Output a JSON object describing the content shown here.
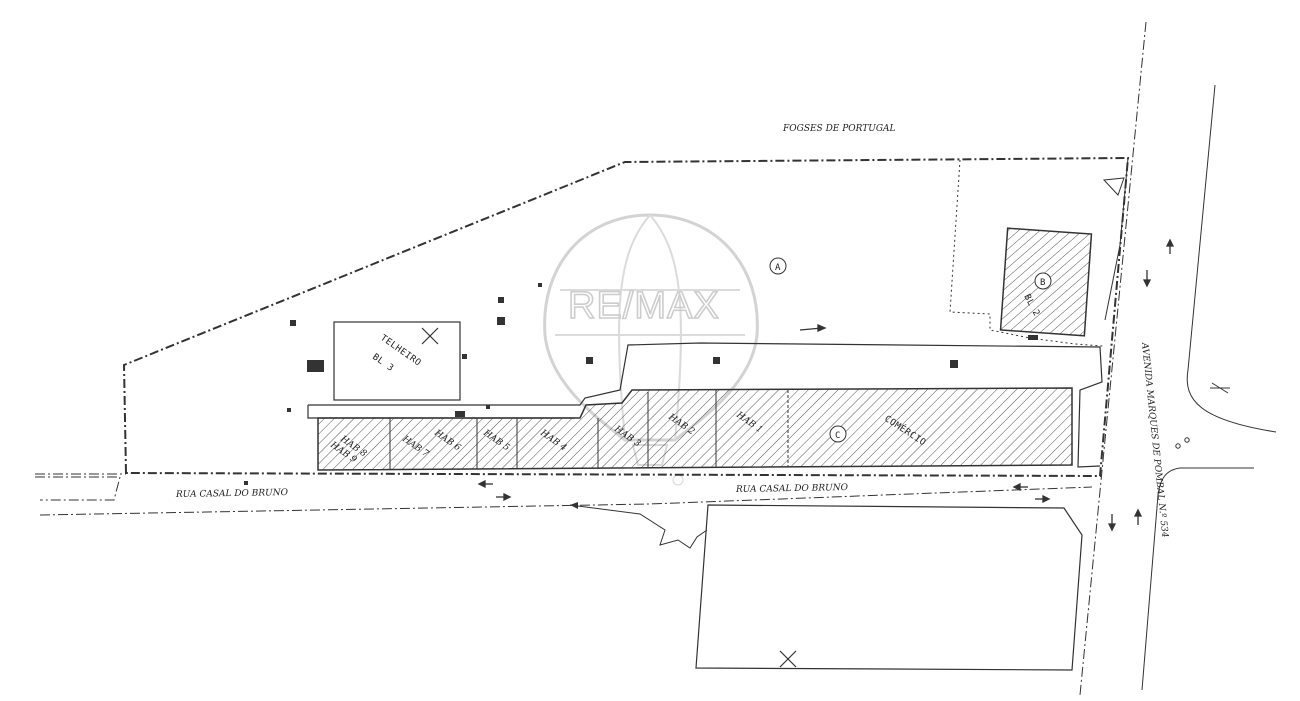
{
  "watermark": {
    "brand": "RE/MAX"
  },
  "streets": {
    "north": "FOGSES DE PORTUGAL",
    "south_west": "RUA CASAL DO BRUNO",
    "south_east": "RUA CASAL DO BRUNO",
    "east": "AVENIDA MARQUES DE POMBAL N.º 534"
  },
  "zones": {
    "a": "A",
    "b": "B",
    "c": "C"
  },
  "blocks": {
    "bl2": "BL 2",
    "telheiro": "TELHEIRO",
    "bl3": "BL 3",
    "comercio": "COMÉRCIO"
  },
  "units": [
    "HAB 1",
    "HAB 2",
    "HAB 3",
    "HAB 4",
    "HAB 5",
    "HAB 6",
    "HAB 7",
    "HAB 8",
    "HAB 9"
  ],
  "colors": {
    "ink": "#333333",
    "hatch": "#555555",
    "watermark": "#c8c8c8"
  }
}
